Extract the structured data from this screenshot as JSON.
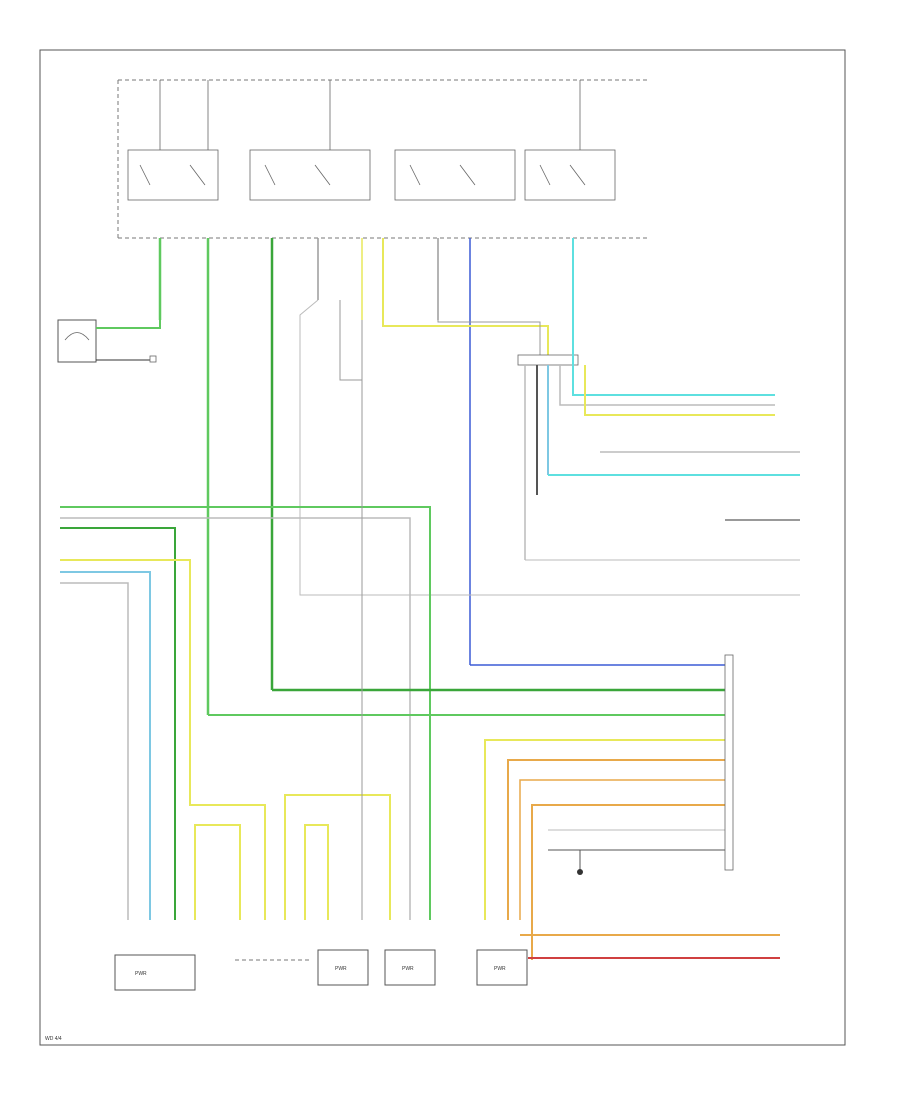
{
  "colors": {
    "green": "#5fc95f",
    "dark_green": "#3aa63a",
    "yellow": "#e8e85a",
    "light_blue": "#7ec8e3",
    "cyan": "#5ee0e0",
    "blue": "#3c5bd6",
    "orange": "#e8a94a",
    "red": "#d04040",
    "gray": "#9a9a9a",
    "black": "#333333"
  },
  "labels": {
    "page_ref": "WD 4/4",
    "relay_left": "PWR",
    "relay_mid": "PWR",
    "relay_right": "PWR",
    "sensor_left": "PWR"
  }
}
